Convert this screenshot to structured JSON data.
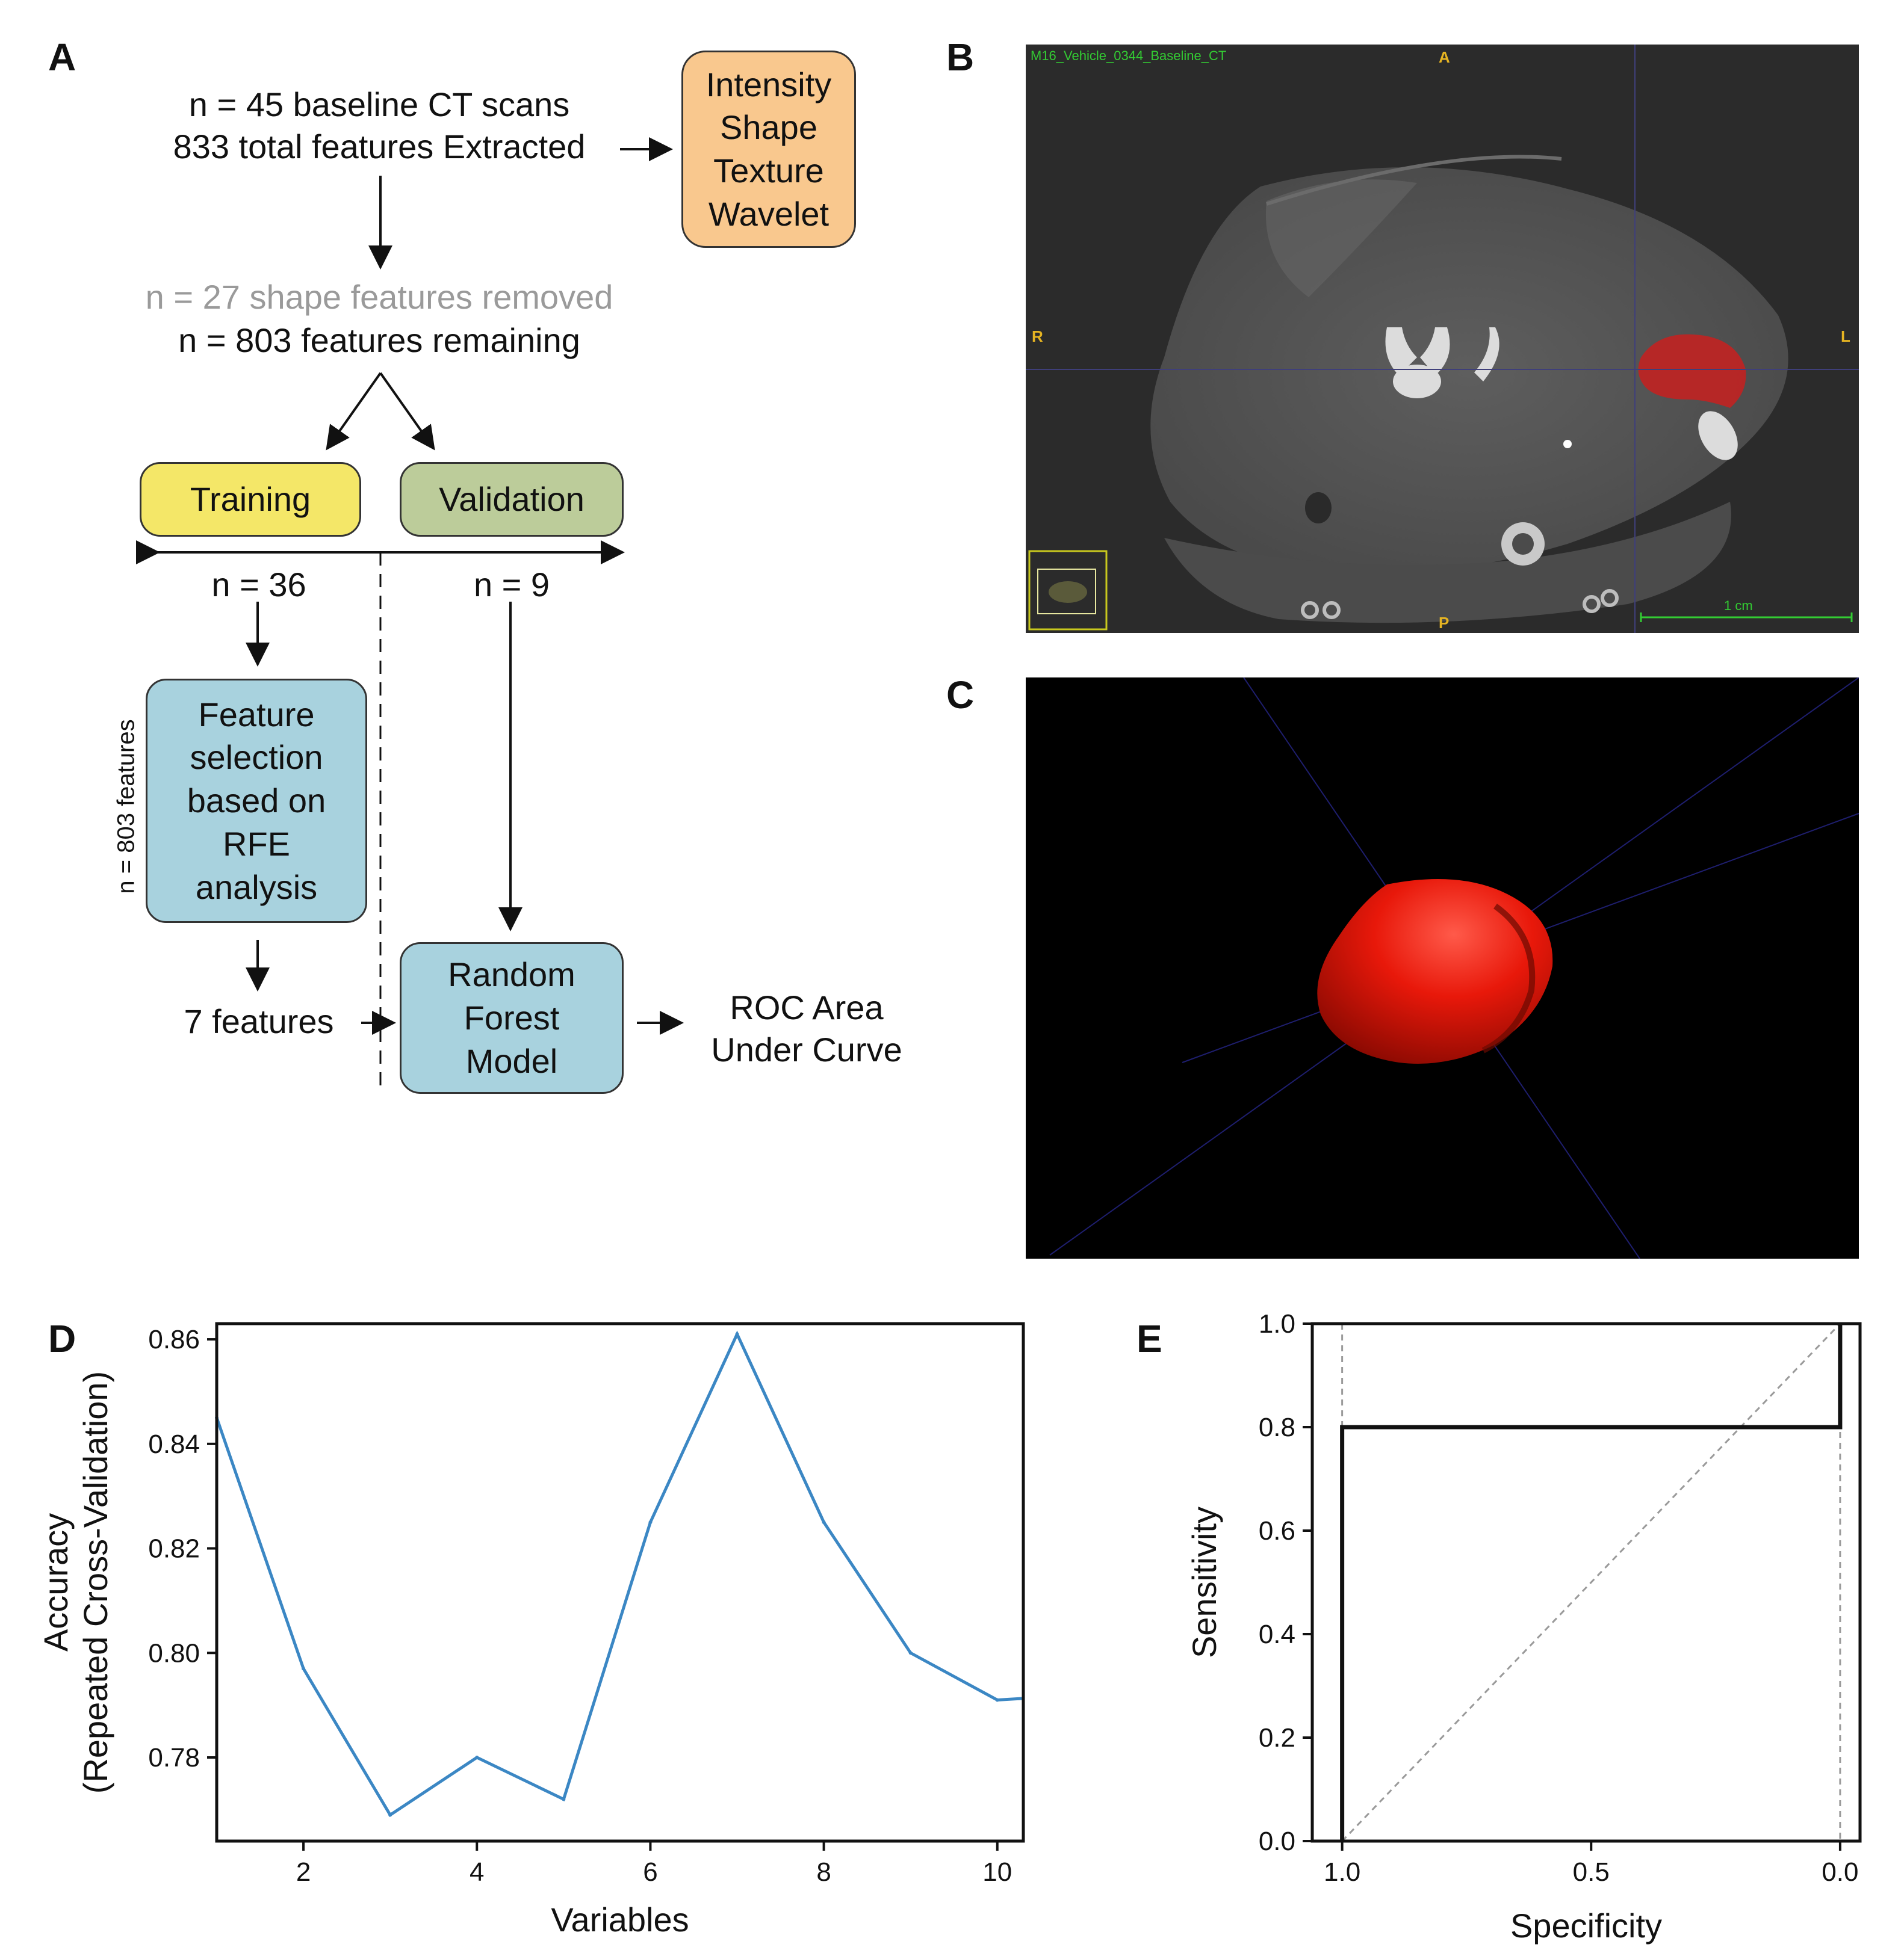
{
  "panels": {
    "a": "A",
    "b": "B",
    "c": "C",
    "d": "D",
    "e": "E"
  },
  "flowchart": {
    "top_line1": "n = 45 baseline CT scans",
    "top_line2": "833 total features Extracted",
    "feature_types": [
      "Intensity",
      "Shape",
      "Texture",
      "Wavelet"
    ],
    "removed": "n = 27 shape features removed",
    "remaining": "n = 803 features remaining",
    "training": "Training",
    "validation": "Validation",
    "n_train": "n = 36",
    "n_val": "n = 9",
    "side_label": "n = 803 features",
    "feature_selection": [
      "Feature",
      "selection",
      "based on",
      "RFE",
      "analysis"
    ],
    "seven_features": "7 features",
    "rf_model": [
      "Random",
      "Forest",
      "Model"
    ],
    "roc": [
      "ROC Area",
      "Under Curve"
    ],
    "colors": {
      "types_box": "#f9c88e",
      "training": "#f4e768",
      "validation": "#bccc9a",
      "model": "#a8d2de"
    }
  },
  "ct_view": {
    "series_label": "M16_Vehicle_0344_Baseline_CT",
    "orient": {
      "top": "A",
      "left": "R",
      "right": "L",
      "bottom": "P"
    },
    "scale_label": "1 cm",
    "label_color": "#33cc33",
    "orient_color": "#e6b422",
    "segmentation_color": "#c8201e"
  },
  "render_3d": {
    "background": "#000000",
    "object_color": "#e01a0a"
  },
  "chart_data": [
    {
      "type": "line",
      "xlabel": "Variables",
      "ylabel": [
        "Accuracy",
        "(Repeated Cross-Validation)"
      ],
      "x": [
        1,
        2,
        3,
        4,
        5,
        6,
        7,
        8,
        9,
        10,
        11
      ],
      "y": [
        0.845,
        0.797,
        0.769,
        0.78,
        0.772,
        0.825,
        0.861,
        0.825,
        0.8,
        0.791,
        0.792
      ],
      "xticks": [
        2,
        4,
        6,
        8,
        10
      ],
      "yticks": [
        0.78,
        0.8,
        0.82,
        0.84,
        0.86
      ],
      "xlim": [
        1,
        10.3
      ],
      "ylim": [
        0.764,
        0.863
      ],
      "line_color": "#3b87c4"
    },
    {
      "type": "line",
      "xlabel": "Specificity",
      "ylabel": "Sensitivity",
      "x_reversed": true,
      "series": [
        {
          "x": [
            1.0,
            1.0,
            1.0,
            0.0,
            0.0
          ],
          "y": [
            0.0,
            0.8,
            0.8,
            0.8,
            1.0
          ]
        }
      ],
      "xticks": [
        1.0,
        0.5,
        0.0
      ],
      "xtick_labels": [
        "1.0",
        "0.5",
        "0.0"
      ],
      "yticks": [
        0.0,
        0.2,
        0.4,
        0.6,
        0.8,
        1.0
      ],
      "ytick_labels": [
        "0.0",
        "0.2",
        "0.4",
        "0.6",
        "0.8",
        "1.0"
      ],
      "xlim": [
        1.06,
        -0.04
      ],
      "ylim": [
        0,
        1
      ]
    }
  ]
}
